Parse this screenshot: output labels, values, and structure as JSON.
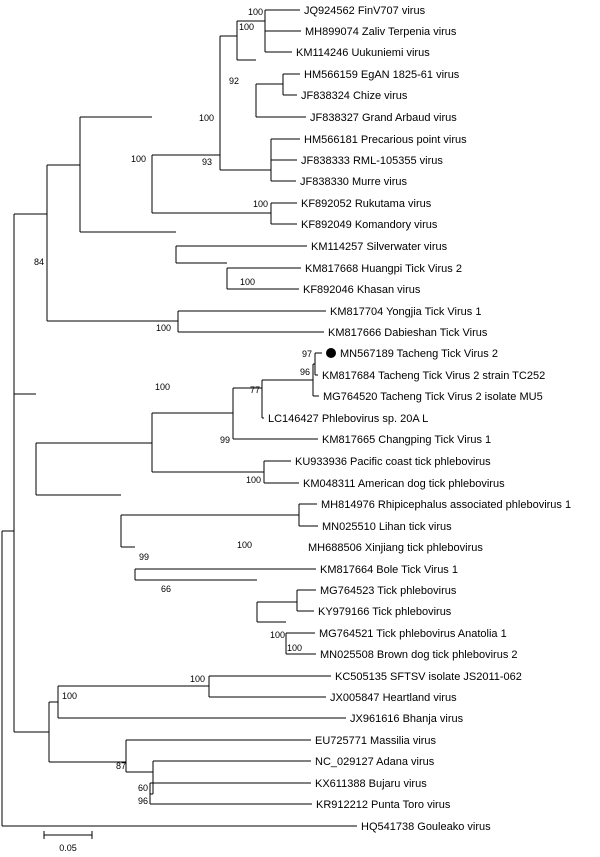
{
  "tree": {
    "taxa": [
      "JQ924562 FinV707 virus",
      "MH899074 Zaliv Terpenia virus",
      "KM114246 Uukuniemi virus",
      "HM566159 EgAN 1825-61 virus",
      "JF838324 Chize virus",
      "JF838327 Grand Arbaud virus",
      "HM566181 Precarious point virus",
      "JF838333 RML-105355 virus",
      "JF838330 Murre virus",
      "KF892052 Rukutama virus",
      "KF892049 Komandory virus",
      "KM114257 Silverwater virus",
      "KM817668 Huangpi Tick Virus 2",
      "KF892046 Khasan virus",
      "KM817704 Yongjia Tick Virus 1",
      "KM817666 Dabieshan Tick Virus",
      "MN567189 Tacheng Tick Virus 2",
      "KM817684 Tacheng Tick Virus 2 strain TC252",
      "MG764520 Tacheng Tick Virus 2 isolate MU5",
      "LC146427 Phlebovirus sp. 20A L",
      "KM817665 Changping Tick Virus 1",
      "KU933936 Pacific coast tick phlebovirus",
      "KM048311 American dog tick phlebovirus",
      "MH814976 Rhipicephalus associated phlebovirus 1",
      "MN025510 Lihan tick virus",
      "MH688506 Xinjiang tick phlebovirus",
      "KM817664 Bole Tick Virus 1",
      "MG764523 Tick phlebovirus",
      "KY979166 Tick phlebovirus",
      "MG764521 Tick phlebovirus Anatolia 1",
      "MN025508 Brown dog tick phlebovirus 2",
      "KC505135 SFTSV isolate JS2011-062",
      "JX005847 Heartland virus",
      "JX961616 Bhanja virus",
      "EU725771 Massilia virus",
      "NC_029127 Adana virus",
      "KX611388 Bujaru virus",
      "KR912212 Punta Toro virus",
      "HQ541738 Gouleako virus"
    ],
    "supports": [
      "100",
      "100",
      "92",
      "100",
      "93",
      "100",
      "100",
      "100",
      "84",
      "100",
      "97",
      "96",
      "77",
      "99",
      "100",
      "100",
      "99",
      "100",
      "66",
      "100",
      "100",
      "100",
      "100",
      "87",
      "96",
      "60"
    ],
    "highlighted_taxon": "MN567189 Tacheng Tick Virus 2",
    "marker_icon": "filled-circle"
  },
  "scale_bar": {
    "label": "0.05"
  }
}
